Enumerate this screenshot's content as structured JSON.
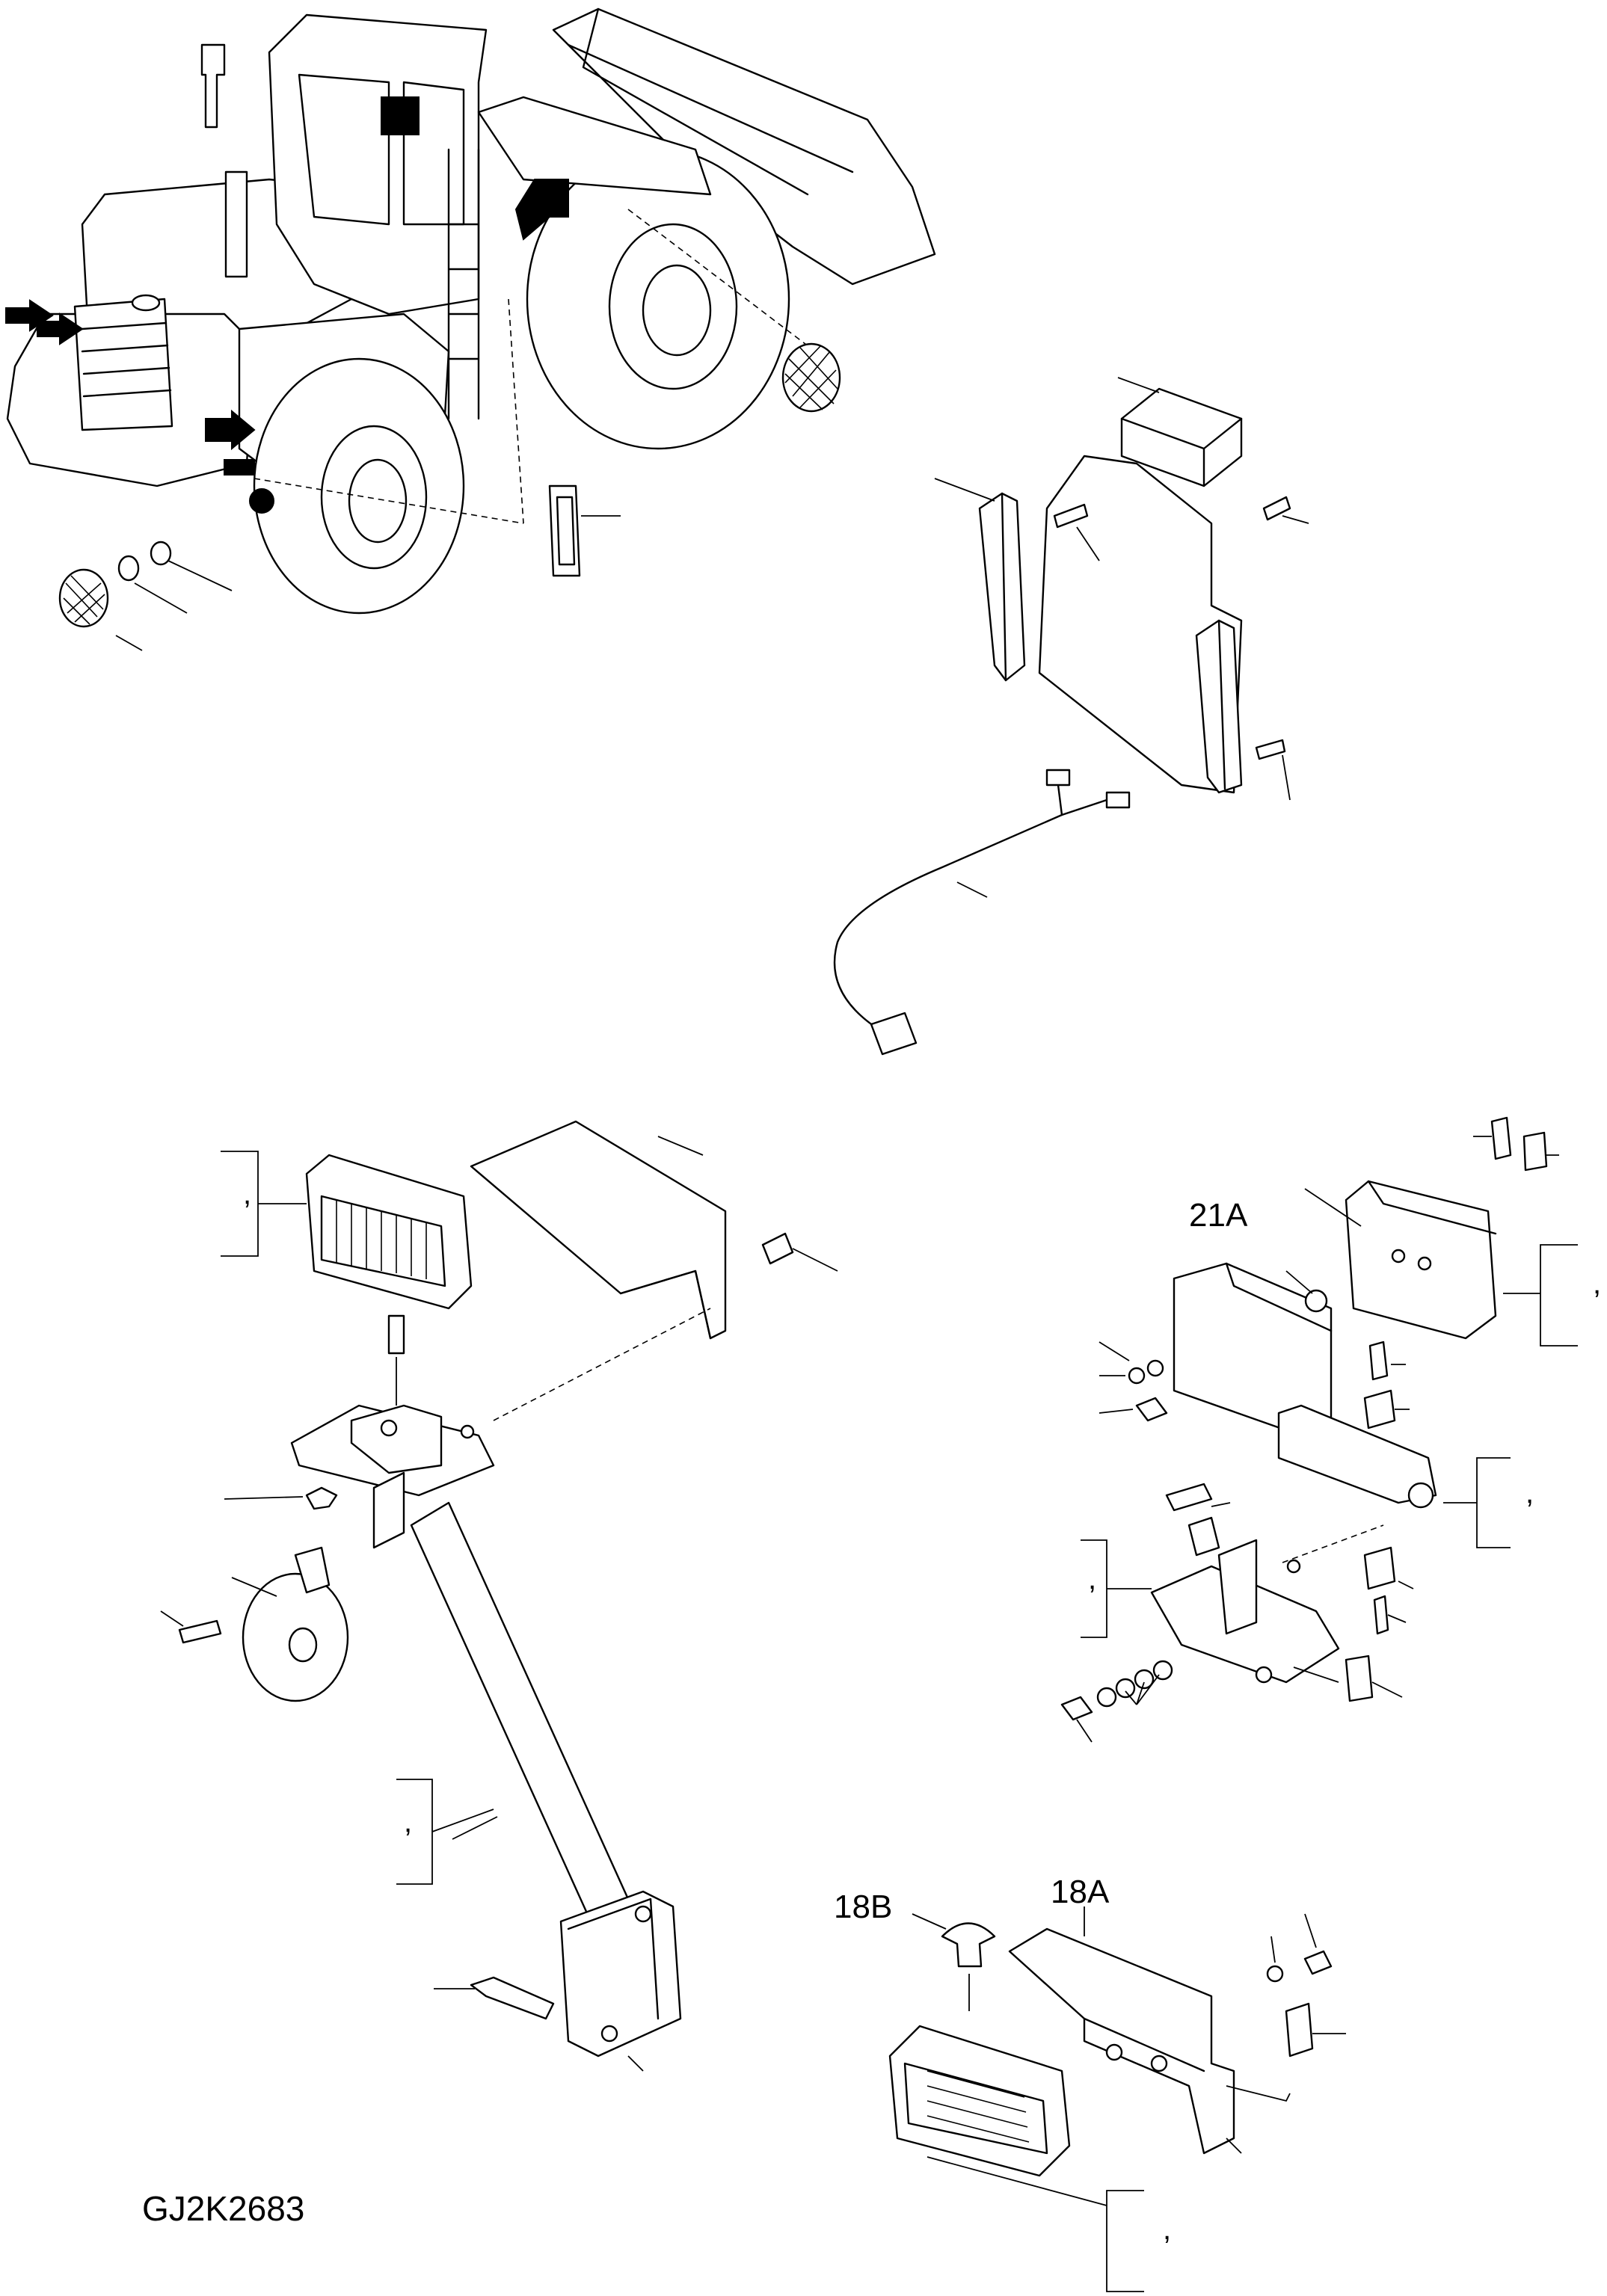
{
  "drawing_code": "GJ2K2683",
  "callouts": {
    "c21A": "21A",
    "c18B": "18B",
    "c18A": "18A"
  },
  "bracket_marks": {
    "work_lamp_left": ",",
    "rear_lamp_right": ",",
    "arm_right": ",",
    "base_right": ",",
    "stay_left": ",",
    "rear_lamp_bottom": ","
  }
}
